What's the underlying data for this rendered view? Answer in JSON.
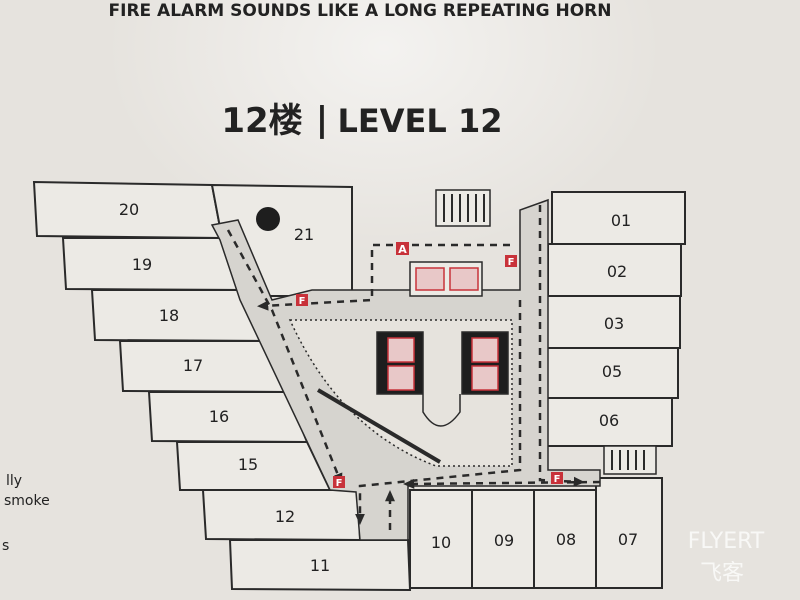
{
  "sign": {
    "header_text": "FIRE ALARM SOUNDS LIKE A LONG REPEATING HORN",
    "title_chinese": "12楼",
    "title_separator": "|",
    "title_english": "LEVEL 12"
  },
  "rooms": {
    "r20": "20",
    "r21": "21",
    "r19": "19",
    "r18": "18",
    "r17": "17",
    "r16": "16",
    "r15": "15",
    "r12": "12",
    "r11": "11",
    "r10": "10",
    "r09": "09",
    "r08": "08",
    "r07": "07",
    "r06": "06",
    "r05": "05",
    "r03": "03",
    "r02": "02",
    "r01": "01"
  },
  "markers": {
    "alarm_letter": "A",
    "extinguisher_letter": "F"
  },
  "left_edge_text": [
    "lly",
    "smoke",
    "s"
  ],
  "watermark": {
    "main": "FLYERT",
    "sub": "飞客"
  },
  "colors": {
    "background": "#d9d6d0",
    "paper": "#ebe9e4",
    "lines": "#2a2a2a",
    "corridor": "#d4d2cd",
    "red": "#c8323a",
    "elevator_fill": "#e8c8c8"
  }
}
